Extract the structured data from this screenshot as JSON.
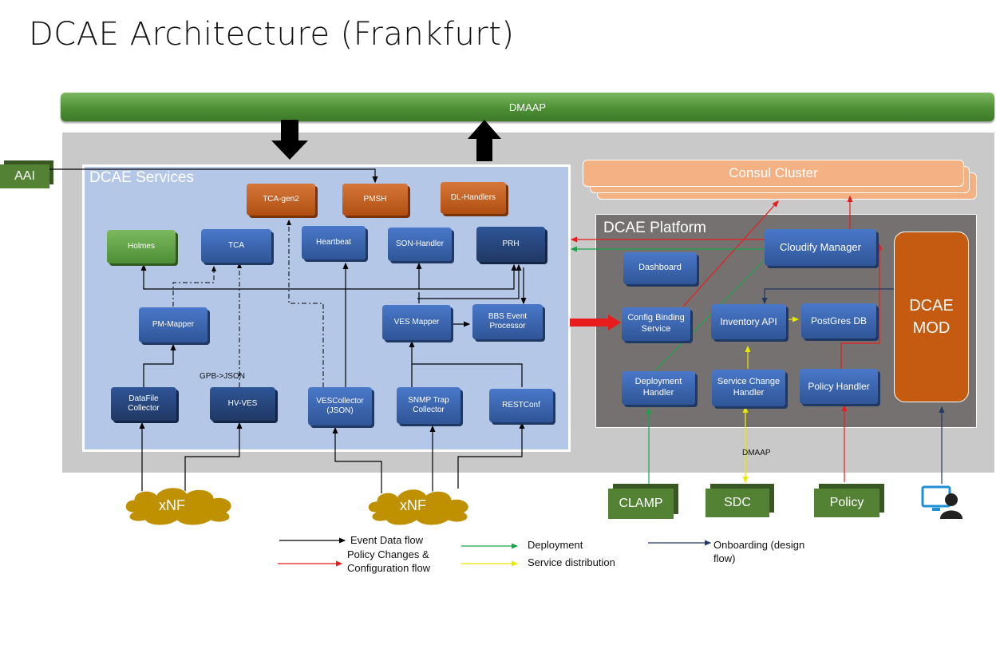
{
  "title": "DCAE Architecture (Frankfurt)",
  "dmaap_bar": "DMAAP",
  "services_title": "DCAE Services",
  "platform_title": "DCAE Platform",
  "consul": "Consul Cluster",
  "aai": "AAI",
  "services": {
    "tca_gen2": "TCA-gen2",
    "pmsh": "PMSH",
    "dl_handlers": "DL-Handlers",
    "holmes": "Holmes",
    "tca": "TCA",
    "heartbeat": "Heartbeat",
    "son_handler": "SON-Handler",
    "prh": "PRH",
    "pm_mapper": "PM-Mapper",
    "ves_mapper": "VES Mapper",
    "bbs_event": "BBS Event Processor",
    "datafile": "DataFile Collector",
    "hv_ves": "HV-VES",
    "ves_collector": "VESCollector (JSON)",
    "snmp_trap": "SNMP Trap Collector",
    "restconf": "RESTConf",
    "gpb_label": "GPB->JSON"
  },
  "platform": {
    "cloudify": "Cloudify Manager",
    "dashboard": "Dashboard",
    "config_binding": "Config Binding Service",
    "inventory": "Inventory API",
    "postgres": "PostGres DB",
    "deployment_handler": "Deployment Handler",
    "service_change": "Service Change Handler",
    "policy_handler": "Policy Handler",
    "dcae_mod": "DCAE MOD"
  },
  "external": {
    "xnf_left": "xNF",
    "xnf_right": "xNF",
    "clamp": "CLAMP",
    "sdc": "SDC",
    "policy": "Policy",
    "dmaap_small": "DMAAP"
  },
  "legend": {
    "event": "Event Data flow",
    "policy": "Policy Changes & Configuration flow",
    "deployment": "Deployment",
    "service": "Service distribution",
    "onboarding": "Onboarding (design flow)"
  },
  "colors": {
    "event": "#000000",
    "policy": "#e81c1c",
    "deployment": "#1aa34a",
    "service": "#ffff00",
    "onboarding": "#1f3864"
  },
  "icons": {
    "user": "user-monitor-icon"
  }
}
